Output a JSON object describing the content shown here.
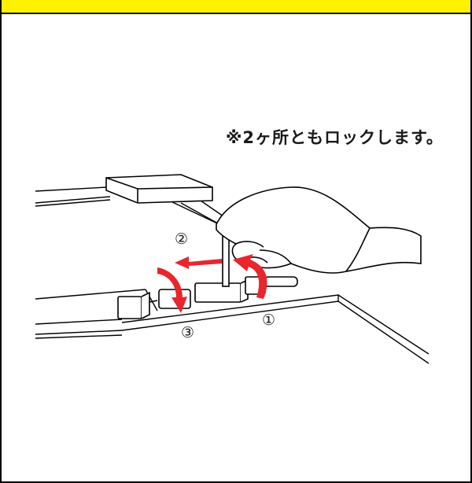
{
  "note_text": "※2ヶ所ともロックします。",
  "steps": {
    "step1": "①",
    "step2": "②",
    "step3": "③"
  },
  "colors": {
    "header_bar": "#FFF200",
    "arrow": "#E8262C",
    "line": "#000000"
  },
  "icons": {
    "arrow_left": "red-left-arrow-icon",
    "arrow_rotate_up": "red-curved-arrow-icon",
    "arrow_rotate_down": "red-curved-arrow-icon"
  }
}
